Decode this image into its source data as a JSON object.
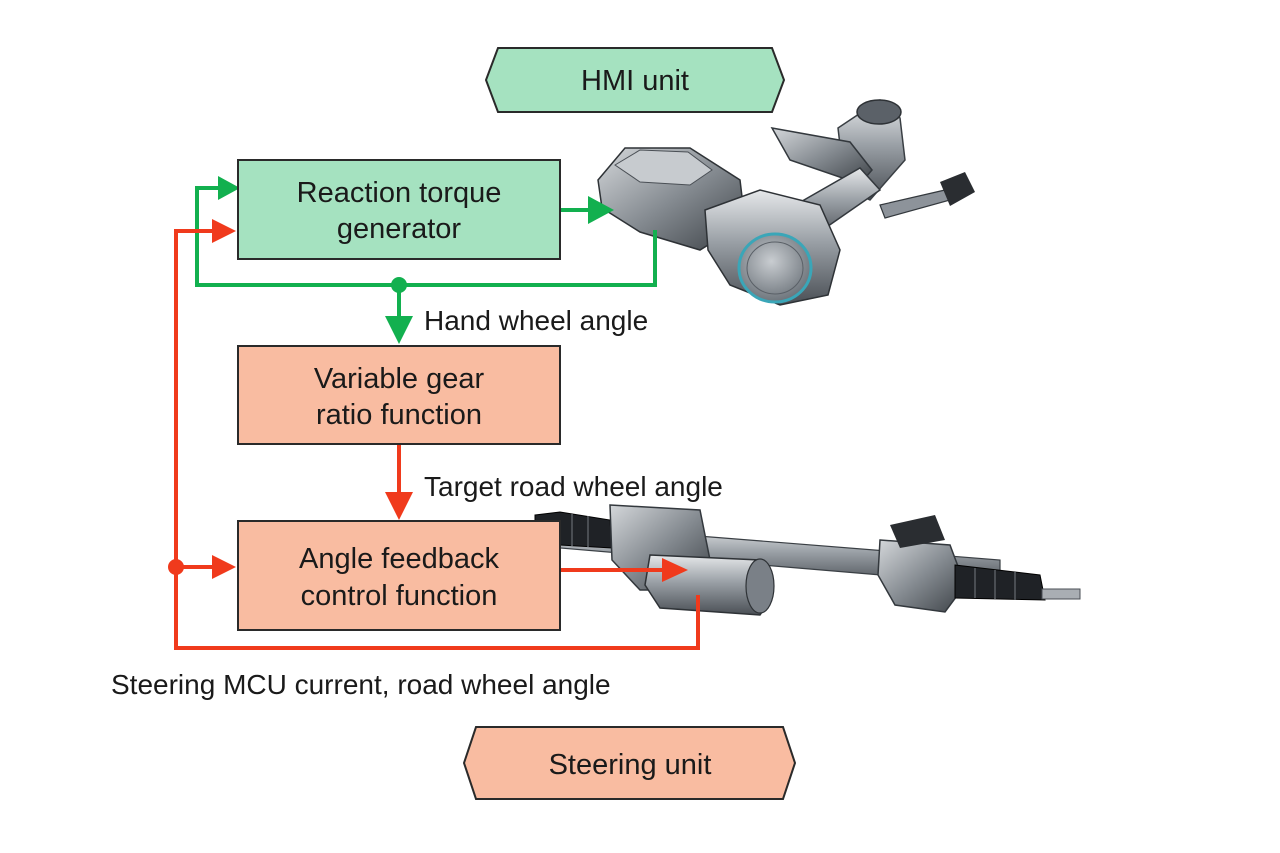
{
  "hmi_unit": {
    "label": "HMI unit"
  },
  "steering_unit": {
    "label": "Steering unit"
  },
  "reaction_torque_generator": {
    "line1": "Reaction torque",
    "line2": "generator"
  },
  "variable_gear_ratio": {
    "line1": "Variable gear",
    "line2": "ratio function"
  },
  "angle_feedback_control": {
    "line1": "Angle feedback",
    "line2": "control function"
  },
  "signals": {
    "hand_wheel_angle": "Hand wheel angle",
    "target_road_wheel_angle": "Target road wheel angle",
    "steering_feedback": "Steering MCU current, road wheel angle"
  },
  "colors": {
    "hmi_fill": "#a5e2c0",
    "steering_fill": "#f9bca1",
    "green_line": "#12b04f",
    "red_line": "#f03a1c"
  },
  "images": {
    "steering_column": "steering-column-illustration",
    "steering_rack": "steering-rack-illustration"
  }
}
